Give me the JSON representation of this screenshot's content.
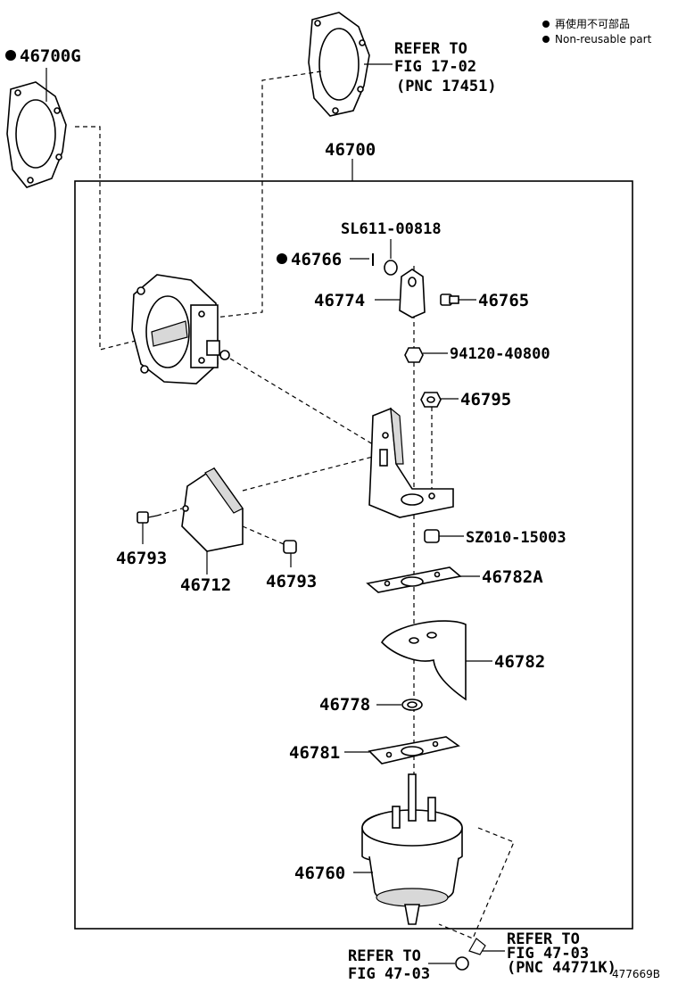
{
  "legend": {
    "non_reusable_jp": "再使用不可部品",
    "non_reusable_en": "Non-reusable part"
  },
  "labels": {
    "gasket_top_left": "46700G",
    "refer_top": {
      "line1": "REFER TO",
      "line2": "FIG 17-02",
      "line3": "(PNC 17451)"
    },
    "assembly": "46700",
    "bolt_sl611": "SL611-00818",
    "pin_46766": "46766",
    "clevis_46774": "46774",
    "pin_46765": "46765",
    "nut_94120": "94120-40800",
    "nut_46795": "46795",
    "bolt_46793_left": "46793",
    "bracket_46712": "46712",
    "bolt_46793_right": "46793",
    "sz010": "SZ010-15003",
    "plate_46782a": "46782A",
    "shield_46782": "46782",
    "ring_46778": "46778",
    "gasket_46781": "46781",
    "actuator_46760": "46760",
    "refer_bottom_left": {
      "line1": "REFER TO",
      "line2": "FIG 47-03"
    },
    "refer_bottom_right": {
      "line1": "REFER TO",
      "line2": "FIG 47-03",
      "line3": "(PNC 44771K)"
    },
    "figure_id": "477669B"
  }
}
